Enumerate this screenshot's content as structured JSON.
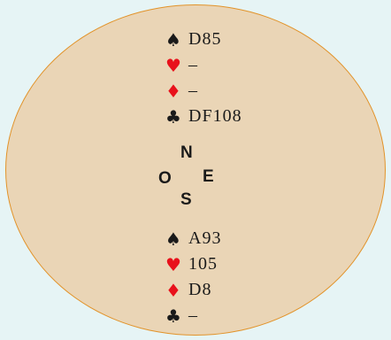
{
  "colors": {
    "background": "#e6f4f5",
    "table_fill": "#ead5b6",
    "table_border": "#e2932a",
    "red_suit": "#e8111b",
    "black_suit": "#1a1a1a"
  },
  "north": {
    "spades": {
      "symbol": "♠",
      "icon": "spade-icon",
      "cards": "D85"
    },
    "hearts": {
      "symbol": "♥",
      "icon": "heart-icon",
      "cards": "–"
    },
    "diamonds": {
      "symbol": "♦",
      "icon": "diamond-icon",
      "cards": "–"
    },
    "clubs": {
      "symbol": "♣",
      "icon": "club-icon",
      "cards": "DF108"
    }
  },
  "compass": {
    "north": "N",
    "west": "O",
    "east": "E",
    "south": "S"
  },
  "south": {
    "spades": {
      "symbol": "♠",
      "icon": "spade-icon",
      "cards": "A93"
    },
    "hearts": {
      "symbol": "♥",
      "icon": "heart-icon",
      "cards": "105"
    },
    "diamonds": {
      "symbol": "♦",
      "icon": "diamond-icon",
      "cards": "D8"
    },
    "clubs": {
      "symbol": "♣",
      "icon": "club-icon",
      "cards": "–"
    }
  }
}
